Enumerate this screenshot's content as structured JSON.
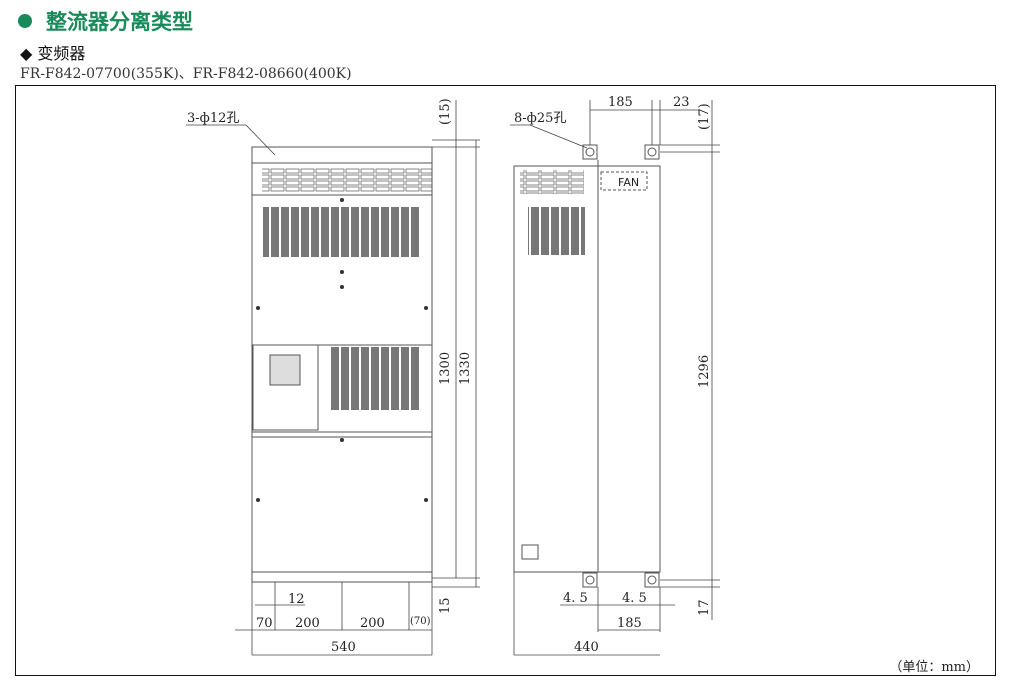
{
  "header": {
    "title": "整流器分离类型",
    "subtitle_marker": "◆",
    "subtitle": "变频器",
    "models": "FR-F842-07700(355K)、FR-F842-08660(400K)"
  },
  "front_view": {
    "hole_note": "3-ф12孔",
    "dim_top_gap": "(15)",
    "dim_bottom_gap": "15",
    "dim_inner_height": "1300",
    "dim_total_height": "1330",
    "dim_hole_dia": "12",
    "dim_left": "70",
    "dim_pitch_1": "200",
    "dim_pitch_2": "200",
    "dim_right": "(70)",
    "dim_width": "540"
  },
  "side_view": {
    "hole_note": "8-ф25孔",
    "fan_label": "FAN",
    "dim_hole_pitch_top": "185",
    "dim_edge_top": "23",
    "dim_top_gap": "(17)",
    "dim_height": "1296",
    "dim_offset_1": "4. 5",
    "dim_offset_2": "4. 5",
    "dim_bottom_gap": "17",
    "dim_hole_pitch_bottom": "185",
    "dim_depth": "440"
  },
  "units": "（单位：mm）",
  "colors": {
    "accent": "#1a8a5a"
  }
}
